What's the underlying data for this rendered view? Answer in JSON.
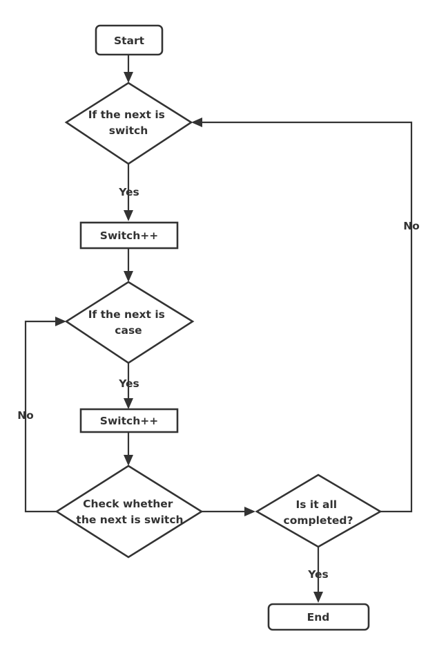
{
  "nodes": {
    "start": "Start",
    "check_switch": [
      "If the next is",
      "switch"
    ],
    "switch_inc_1": "Switch++",
    "check_case": [
      "If the next is",
      "case"
    ],
    "switch_inc_2": "Switch++",
    "check_next_switch": [
      "Check whether",
      "the next is switch"
    ],
    "all_completed": [
      "Is it all",
      "completed?"
    ],
    "end": "End"
  },
  "edge_labels": {
    "switch_yes": "Yes",
    "case_yes": "Yes",
    "completed_yes": "Yes",
    "completed_no": "No",
    "next_switch_no": "No"
  },
  "colors": {
    "stroke": "#333333",
    "fill": "#ffffff",
    "text": "#333333"
  }
}
